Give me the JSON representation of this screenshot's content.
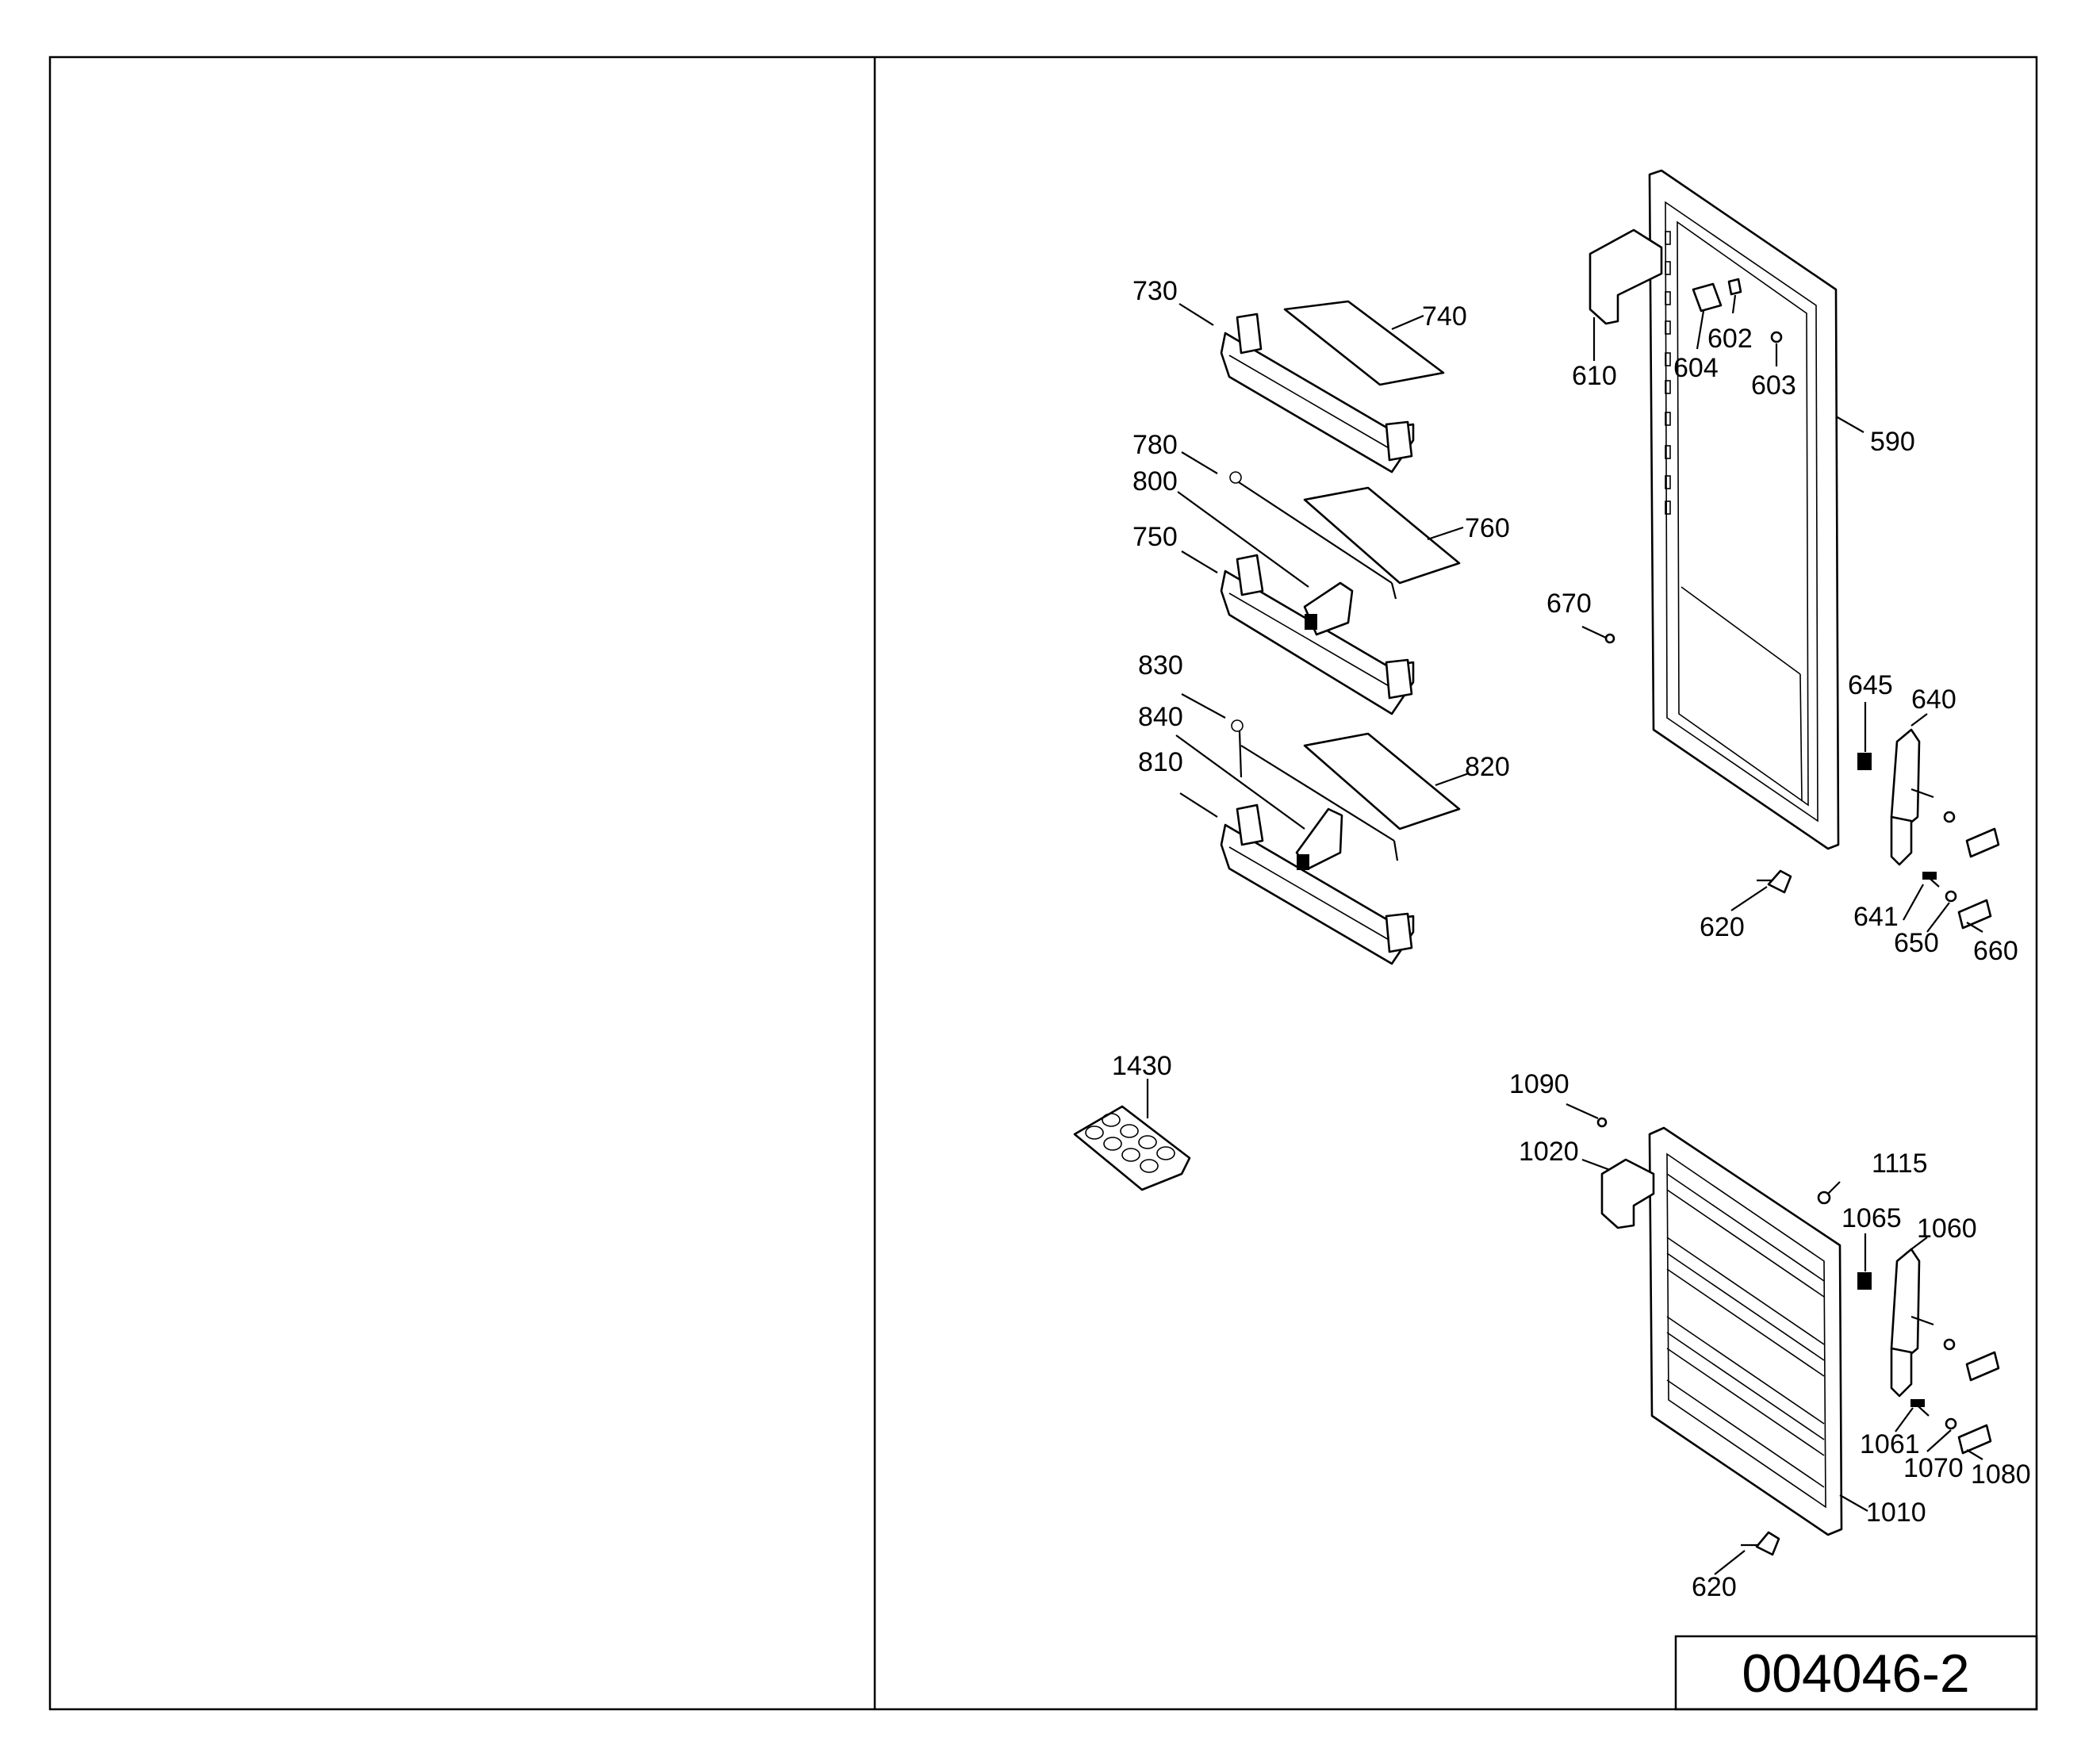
{
  "drawing": {
    "number": "004046-2"
  },
  "labels": {
    "l730": "730",
    "l740": "740",
    "l780": "780",
    "l800": "800",
    "l750": "750",
    "l760": "760",
    "l830": "830",
    "l840": "840",
    "l810": "810",
    "l820": "820",
    "l610": "610",
    "l604": "604",
    "l602": "602",
    "l603": "603",
    "l590": "590",
    "l670": "670",
    "l645": "645",
    "l640": "640",
    "l620a": "620",
    "l641": "641",
    "l650": "650",
    "l660": "660",
    "l1430": "1430",
    "l1090": "1090",
    "l1020": "1020",
    "l1115": "1115",
    "l1065": "1065",
    "l1060": "1060",
    "l1061": "1061",
    "l1070": "1070",
    "l1080": "1080",
    "l1010": "1010",
    "l620b": "620"
  }
}
